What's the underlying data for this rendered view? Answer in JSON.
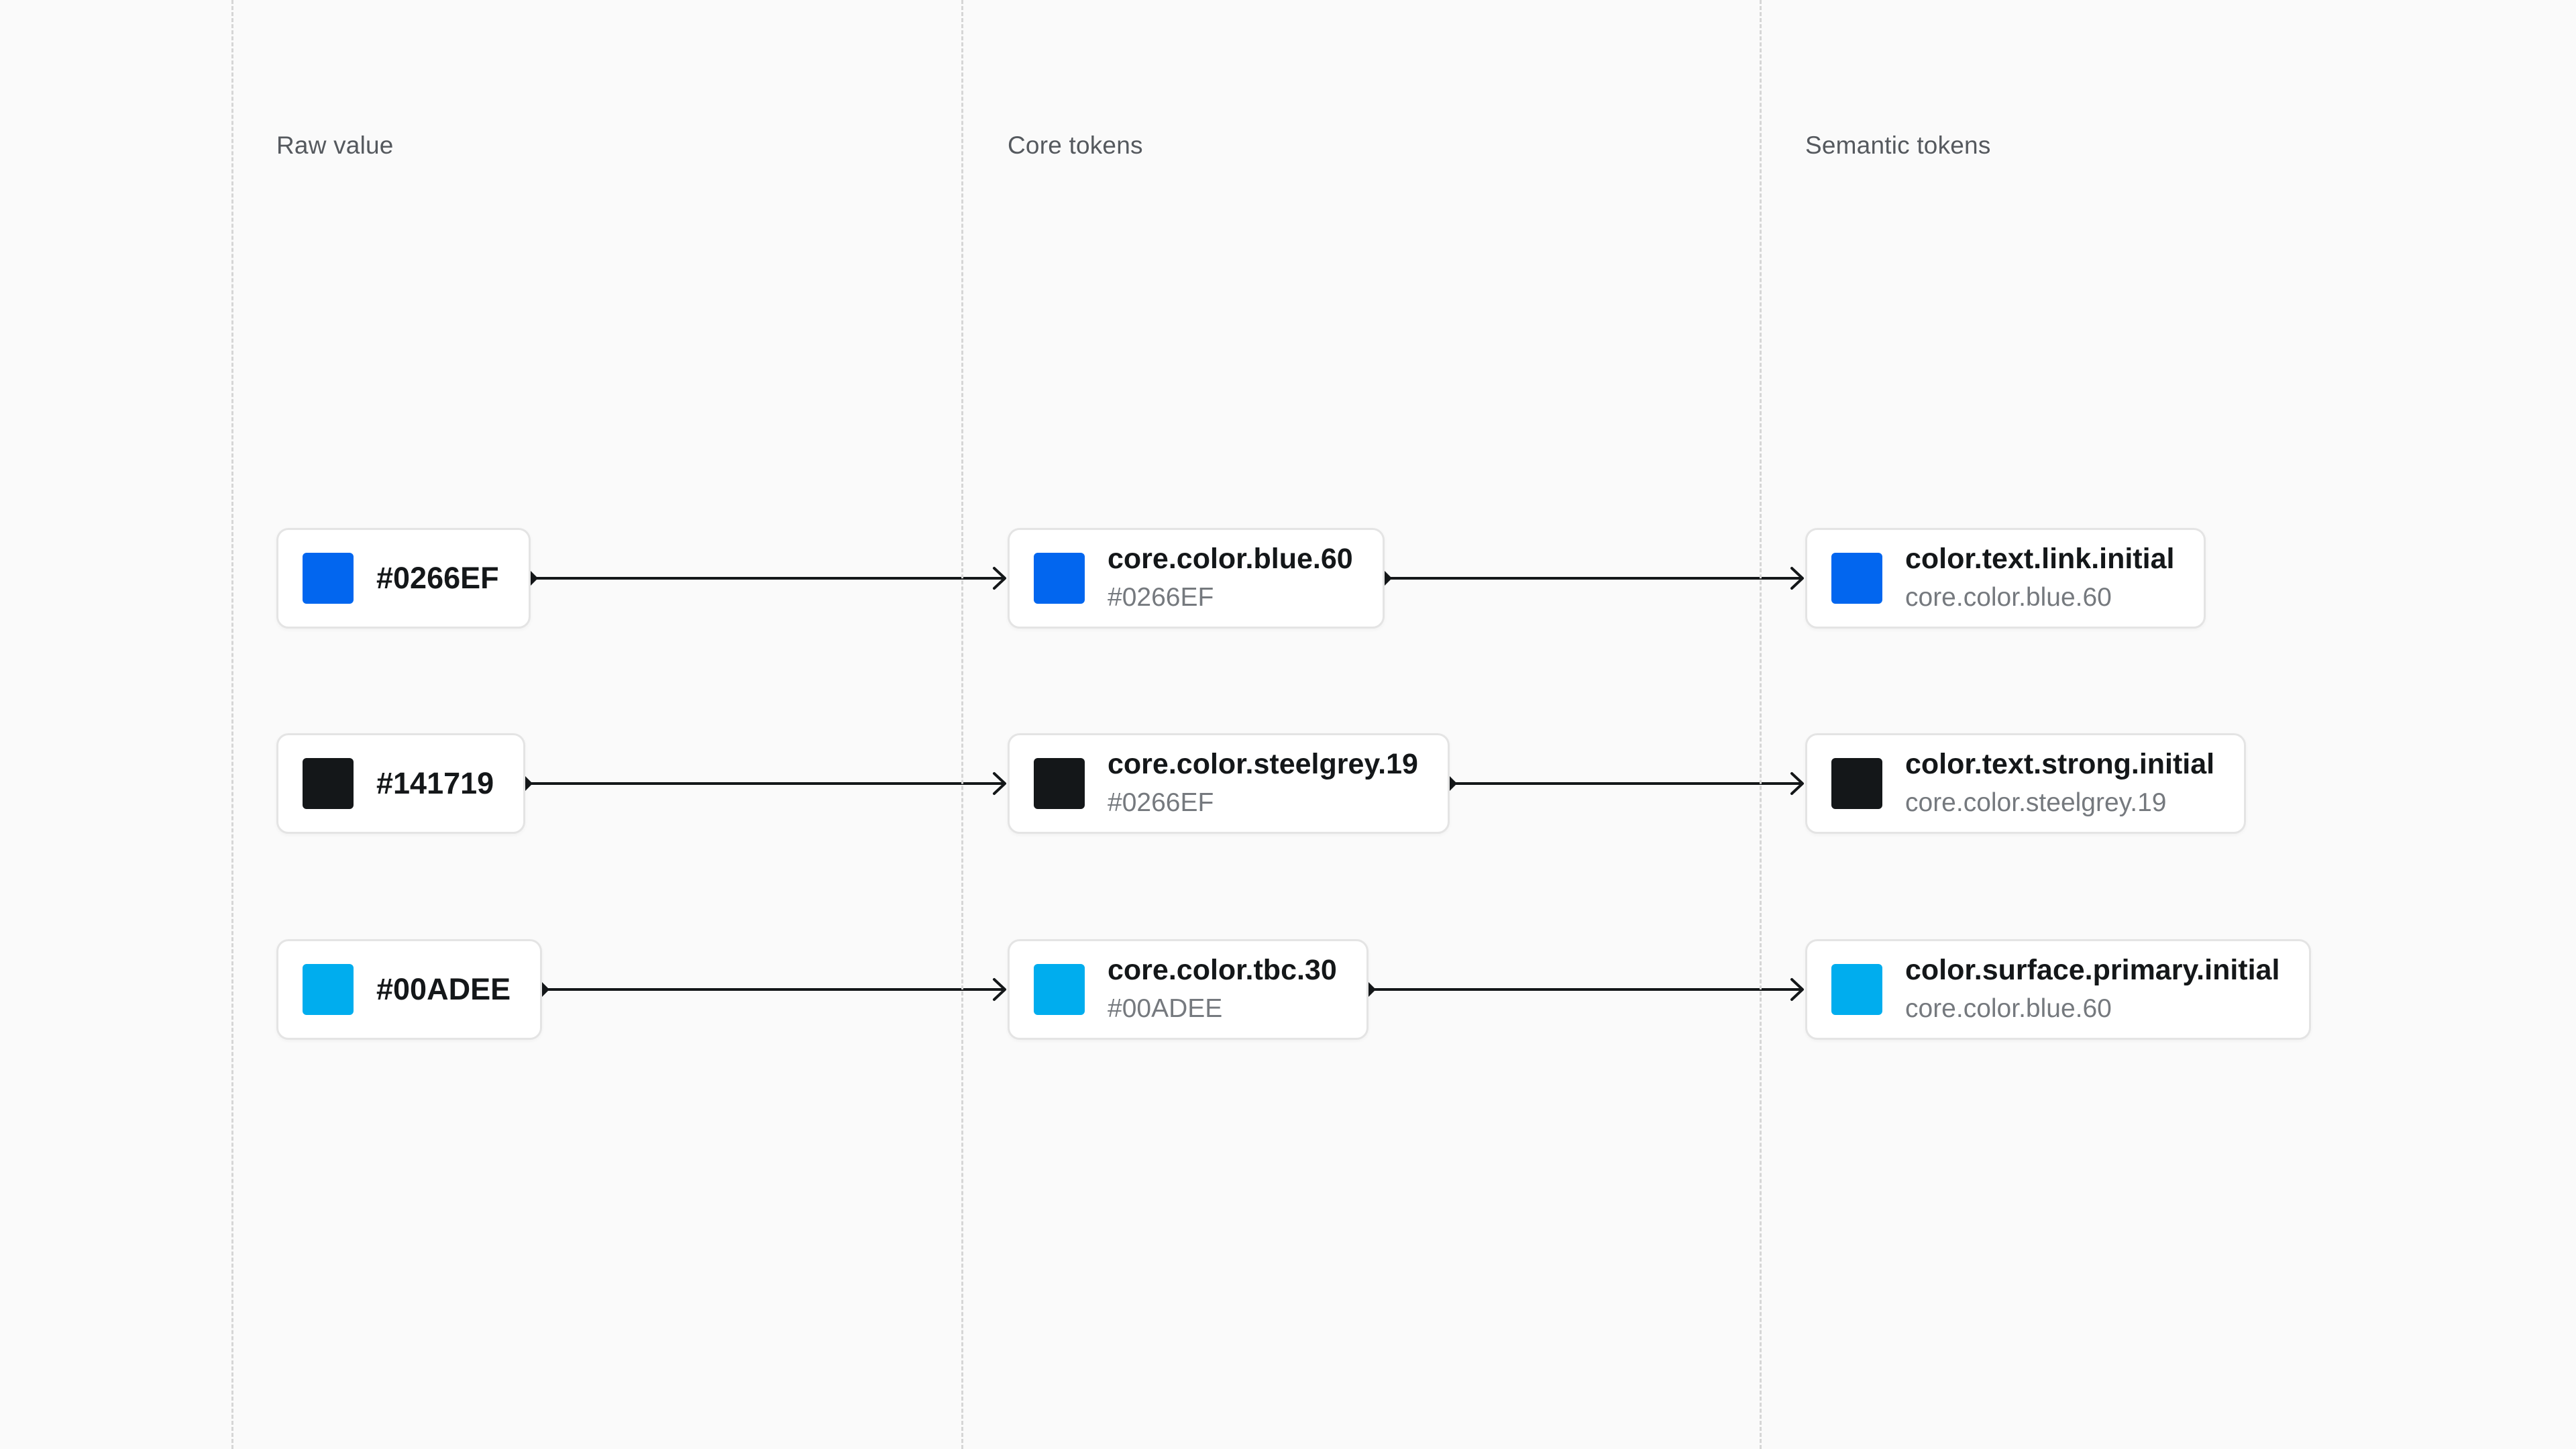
{
  "columns": [
    {
      "heading": "Raw value"
    },
    {
      "heading": "Core tokens"
    },
    {
      "heading": "Semantic tokens"
    }
  ],
  "rows": [
    {
      "raw": {
        "value": "#0266EF",
        "swatch": "#0266EF"
      },
      "core": {
        "name": "core.color.blue.60",
        "value": "#0266EF",
        "swatch": "#0266EF"
      },
      "semantic": {
        "name": "color.text.link.initial",
        "reference": "core.color.blue.60",
        "swatch": "#0266EF"
      }
    },
    {
      "raw": {
        "value": "#141719",
        "swatch": "#141719"
      },
      "core": {
        "name": "core.color.steelgrey.19",
        "value": "#0266EF",
        "swatch": "#141719"
      },
      "semantic": {
        "name": "color.text.strong.initial",
        "reference": "core.color.steelgrey.19",
        "swatch": "#141719"
      }
    },
    {
      "raw": {
        "value": "#00ADEE",
        "swatch": "#00ADEE"
      },
      "core": {
        "name": "core.color.tbc.30",
        "value": "#00ADEE",
        "swatch": "#00ADEE"
      },
      "semantic": {
        "name": "color.surface.primary.initial",
        "reference": "core.color.blue.60",
        "swatch": "#00ADEE"
      }
    }
  ]
}
